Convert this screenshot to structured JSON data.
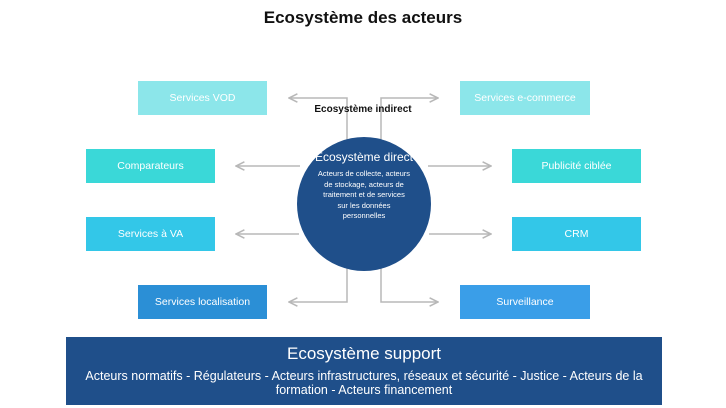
{
  "title": "Ecosystème des acteurs",
  "indirect_label": "Ecosystème indirect",
  "direct": {
    "title": "Ecosystème direct",
    "description": "Acteurs de collecte, acteurs de stockage, acteurs de traitement et de services sur les données personnelles"
  },
  "boxes": {
    "vod": "Services VOD",
    "ecommerce": "Services e-commerce",
    "comparateurs": "Comparateurs",
    "publicite": "Publicité ciblée",
    "va": "Services à VA",
    "crm": "CRM",
    "localisation": "Services localisation",
    "surveillance": "Surveillance"
  },
  "support": {
    "title": "Ecosystème support",
    "description": "Acteurs normatifs - Régulateurs - Acteurs infrastructures, réseaux et sécurité - Justice - Acteurs de la formation - Acteurs financement"
  },
  "colors": {
    "dark_blue": "#1f4f8a",
    "light_cyan": "#8ce6ea",
    "teal": "#3ad8d8",
    "sky": "#33c7e8",
    "blue": "#2b8fd6",
    "connector": "#b8b8b8"
  }
}
